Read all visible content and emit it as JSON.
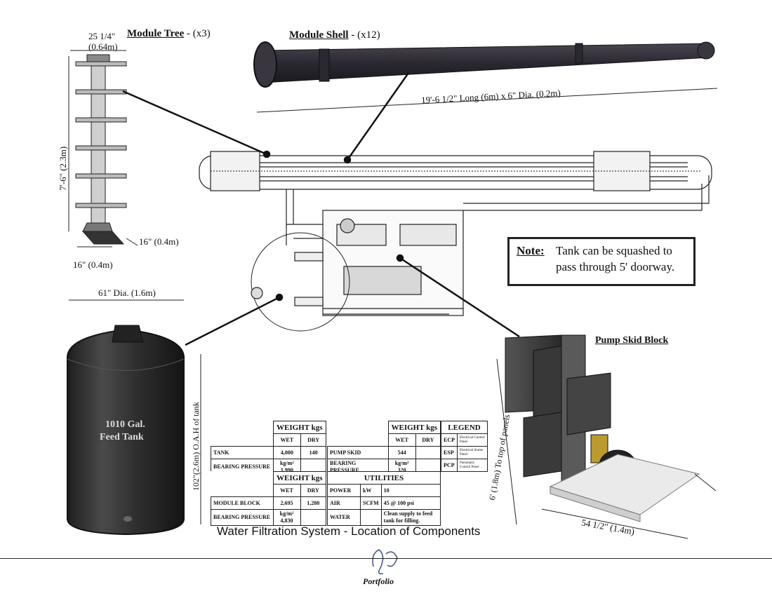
{
  "module_tree": {
    "title": "Module Tree",
    "count": " - (x3)",
    "width_dim": "25 1/4\"",
    "width_metric": "(0.64m)",
    "height_dim": "7'-6\" (2.3m)",
    "base_dim_a": "16\" (0.4m)",
    "base_dim_b": "16\" (0.4m)"
  },
  "module_shell": {
    "title": "Module Shell",
    "count": " - (x12)",
    "dim": "19'-6 1/2\" Long (6m) x 6\" Dia. (0.2m)"
  },
  "note": {
    "label": "Note:",
    "text_line1": "Tank can be squashed to",
    "text_line2": "pass through 5' doorway."
  },
  "tank": {
    "diameter": "61\" Dia. (1.6m)",
    "label_line1": "1010 Gal.",
    "label_line2": "Feed Tank",
    "height": "102\"(2.6m) O.A.H of tank"
  },
  "pump_skid": {
    "title": "Pump Skid Block",
    "height": "6' (1.8m) To top of panels",
    "width": "54 1/2\" (1.4m)"
  },
  "weight_table_1": {
    "header": "WEIGHT kgs",
    "col_wet": "WET",
    "col_dry": "DRY",
    "rows": [
      {
        "label": "TANK",
        "wet": "4,000",
        "dry": "140"
      },
      {
        "label": "BEARING PRESSURE",
        "wet_unit": "kg/m²",
        "wet": "1,990",
        "dry": ""
      }
    ]
  },
  "weight_table_2": {
    "header": "WEIGHT kgs",
    "col_wet": "WET",
    "col_dry": "DRY",
    "rows": [
      {
        "label": "PUMP SKID",
        "wet": "544",
        "dry": ""
      },
      {
        "label": "BEARING PRESSURE",
        "wet_unit": "kg/m²",
        "wet": "320",
        "dry": ""
      }
    ]
  },
  "legend_table": {
    "header": "LEGEND",
    "rows": [
      {
        "code": "ECP",
        "desc": "Electrical Control Panel"
      },
      {
        "code": "ESP",
        "desc": "Electrical Starter Panel"
      },
      {
        "code": "PCP",
        "desc": "Pneumatic Control Panel"
      }
    ]
  },
  "weight_table_3": {
    "header": "WEIGHT kgs",
    "col_wet": "WET",
    "col_dry": "DRY",
    "rows": [
      {
        "label": "MODULE BLOCK",
        "wet": "2,695",
        "dry": "1,280"
      },
      {
        "label": "BEARING PRESSURE",
        "wet_unit": "kg/m²",
        "wet": "4,830",
        "dry": ""
      }
    ]
  },
  "utilities_table": {
    "header": "UTILITIES",
    "rows": [
      {
        "label": "POWER",
        "unit": "kW",
        "value": "10"
      },
      {
        "label": "AIR",
        "unit": "SCFM",
        "value": "45 @ 100 psi"
      },
      {
        "label": "WATER",
        "unit": "",
        "value": "Clean supply to feed tank for filling."
      }
    ]
  },
  "caption": "Water Filtration System - Location of Components",
  "brand": "Portfolio"
}
